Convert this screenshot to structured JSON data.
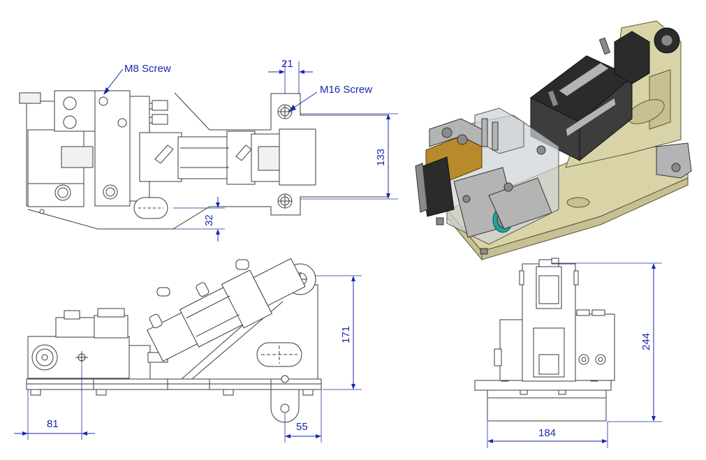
{
  "labels": {
    "m8_screw": "M8 Screw",
    "m16_screw": "M16 Screw"
  },
  "dimensions": {
    "top_width_21": "21",
    "top_height_133": "133",
    "top_offset_32": "32",
    "side_height_171": "171",
    "side_left_81": "81",
    "side_right_55": "55",
    "end_height_244": "244",
    "end_width_184": "184"
  },
  "colors": {
    "dimension": "#1a2aa8",
    "outline": "#3a3a3a",
    "frame_3d": "#d9d4a8",
    "cylinder_3d": "#2b2b2b"
  }
}
